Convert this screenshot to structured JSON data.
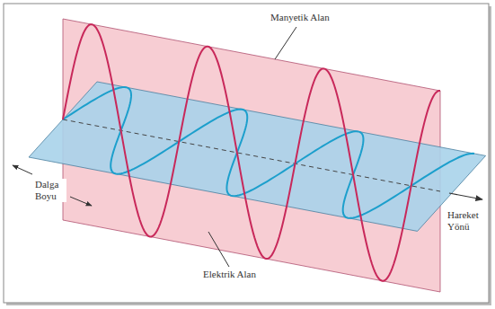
{
  "diagram": {
    "labels": [
      "Manyetik Alan",
      "Dalga Boyu",
      "Elektrik Alan",
      "Hareket Yönü"
    ]
  }
}
